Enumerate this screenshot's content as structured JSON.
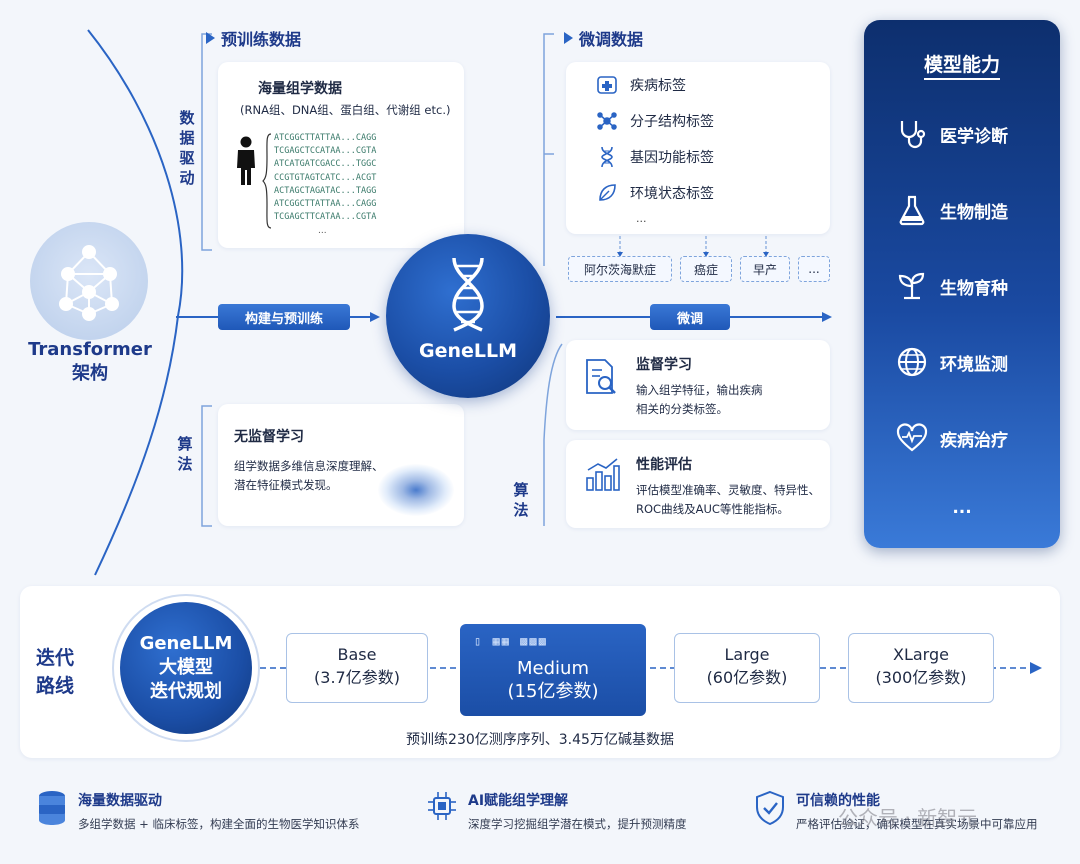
{
  "transformer": {
    "line1": "Transformer",
    "line2": "架构"
  },
  "side_labels": {
    "data_driven": "数据驱动",
    "algorithm_left": "算法",
    "algorithm_right": "算法"
  },
  "pretrain": {
    "title": "预训练数据",
    "card_title": "海量组学数据",
    "card_subtitle": "(RNA组、DNA组、蛋白组、代谢组 etc.)",
    "sequences": [
      "ATCGGCTTATTAA...CAGG",
      "TCGAGCTCCATAA...CGTA",
      "ATCATGATCGACC...TGGC",
      "CCGTGTAGTCATC...ACGT",
      "ACTAGCTAGATAC...TAGG",
      "ATCGGCTTATTAA...CAGG",
      "TCGAGCTTCATAA...CGTA"
    ],
    "ellipsis": "..."
  },
  "unsupervised": {
    "title": "无监督学习",
    "desc_line1": "组学数据多维信息深度理解、",
    "desc_line2": "潜在特征模式发现。"
  },
  "flow": {
    "build_pretrain": "构建与预训练",
    "finetune": "微调"
  },
  "center": {
    "name": "GeneLLM"
  },
  "finetune_data": {
    "title": "微调数据",
    "labels": [
      "疾病标签",
      "分子结构标签",
      "基因功能标签",
      "环境状态标签"
    ],
    "ellipsis": "...",
    "diseases": [
      "阿尔茨海默症",
      "癌症",
      "早产",
      "..."
    ]
  },
  "supervised": {
    "title": "监督学习",
    "desc_line1": "输入组学特征，输出疾病",
    "desc_line2": "相关的分类标签。"
  },
  "evaluation": {
    "title": "性能评估",
    "desc_line1": "评估模型准确率、灵敏度、特异性、",
    "desc_line2": "ROC曲线及AUC等性能指标。"
  },
  "capabilities": {
    "title": "模型能力",
    "items": [
      {
        "label": "医学诊断",
        "icon": "stethoscope-icon"
      },
      {
        "label": "生物制造",
        "icon": "flask-icon"
      },
      {
        "label": "生物育种",
        "icon": "seedling-icon"
      },
      {
        "label": "环境监测",
        "icon": "globe-icon"
      },
      {
        "label": "疾病治疗",
        "icon": "heart-pulse-icon"
      }
    ],
    "more": "..."
  },
  "roadmap": {
    "label_line1": "迭代",
    "label_line2": "路线",
    "circle_line1": "GeneLLM",
    "circle_line2": "大模型",
    "circle_line3": "迭代规划",
    "stages": [
      {
        "name": "Base",
        "params": "(3.7亿参数)"
      },
      {
        "name": "Medium",
        "params": "(15亿参数)"
      },
      {
        "name": "Large",
        "params": "(60亿参数)"
      },
      {
        "name": "XLarge",
        "params": "(300亿参数)"
      }
    ],
    "footnote": "预训练230亿测序序列、3.45万亿碱基数据"
  },
  "footer": [
    {
      "title": "海量数据驱动",
      "desc": "多组学数据 + 临床标签，构建全面的生物医学知识体系"
    },
    {
      "title": "AI赋能组学理解",
      "desc": "深度学习挖掘组学潜在模式，提升预测精度"
    },
    {
      "title": "可信赖的性能",
      "desc": "严格评估验证，确保模型在真实场景中可靠应用"
    }
  ],
  "watermark": "公众号 · 新智元",
  "colors": {
    "primary": "#1e4fa8",
    "accent": "#2a64c4",
    "dark": "#0d2f6e",
    "light_bg": "#f3f6fb"
  }
}
